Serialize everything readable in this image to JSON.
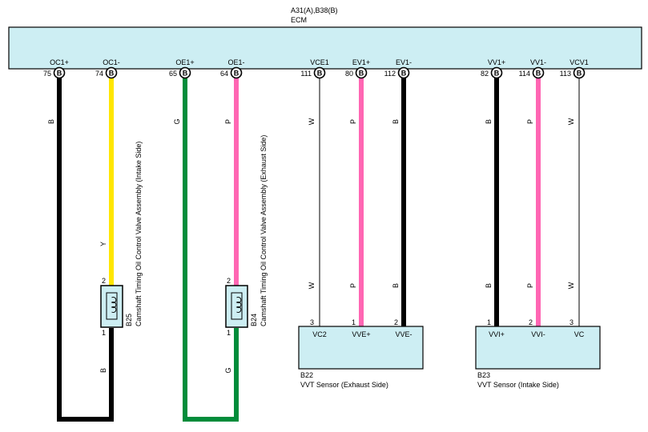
{
  "ecm": {
    "connectors": "A31(A),B38(B)",
    "name": "ECM",
    "fill": "#cdeef3",
    "pins": [
      {
        "id": "oc1p",
        "name": "OC1+",
        "num": "75",
        "conn": "B"
      },
      {
        "id": "oc1m",
        "name": "OC1-",
        "num": "74",
        "conn": "B"
      },
      {
        "id": "oe1p",
        "name": "OE1+",
        "num": "65",
        "conn": "B"
      },
      {
        "id": "oe1m",
        "name": "OE1-",
        "num": "64",
        "conn": "B"
      },
      {
        "id": "vce1",
        "name": "VCE1",
        "num": "111",
        "conn": "B"
      },
      {
        "id": "ev1p",
        "name": "EV1+",
        "num": "80",
        "conn": "B"
      },
      {
        "id": "ev1m",
        "name": "EV1-",
        "num": "112",
        "conn": "B"
      },
      {
        "id": "vv1p",
        "name": "VV1+",
        "num": "82",
        "conn": "B"
      },
      {
        "id": "vv1m",
        "name": "VV1-",
        "num": "114",
        "conn": "B"
      },
      {
        "id": "vcv1",
        "name": "VCV1",
        "num": "113",
        "conn": "B"
      }
    ]
  },
  "wire_colors": {
    "B": "#000000",
    "Y": "#ffe600",
    "G": "#008c3a",
    "P": "#ff66b3",
    "W": "#000000"
  },
  "wire_labels": {
    "oc1p_upper": "B",
    "oc1m_upper": "Y",
    "oe1p_upper": "G",
    "oe1m_upper": "P",
    "vce1_upper": "W",
    "vce1_lower": "W",
    "ev1p_upper": "P",
    "ev1p_lower": "P",
    "ev1m_upper": "B",
    "ev1m_lower": "B",
    "vv1p_upper": "B",
    "vv1p_lower": "B",
    "vv1m_upper": "P",
    "vv1m_lower": "P",
    "vcv1_upper": "W",
    "vcv1_lower": "W",
    "b25_lower": "B",
    "b24_lower": "G"
  },
  "b25": {
    "code": "B25",
    "title": "Camshaft Timing Oil Control Valve Assembly (Intake Side)",
    "pin_top": "2",
    "pin_bottom": "1"
  },
  "b24": {
    "code": "B24",
    "title": "Camshaft Timing Oil Control Valve Assembly (Exhaust Side)",
    "pin_top": "2",
    "pin_bottom": "1"
  },
  "b22": {
    "code": "B22",
    "title": "VVT Sensor (Exhaust Side)",
    "pins": [
      {
        "num": "3",
        "name": "VC2"
      },
      {
        "num": "1",
        "name": "VVE+"
      },
      {
        "num": "2",
        "name": "VVE-"
      }
    ]
  },
  "b23": {
    "code": "B23",
    "title": "VVT Sensor (Intake Side)",
    "pins": [
      {
        "num": "1",
        "name": "VVI+"
      },
      {
        "num": "2",
        "name": "VVI-"
      },
      {
        "num": "3",
        "name": "VC"
      }
    ]
  }
}
